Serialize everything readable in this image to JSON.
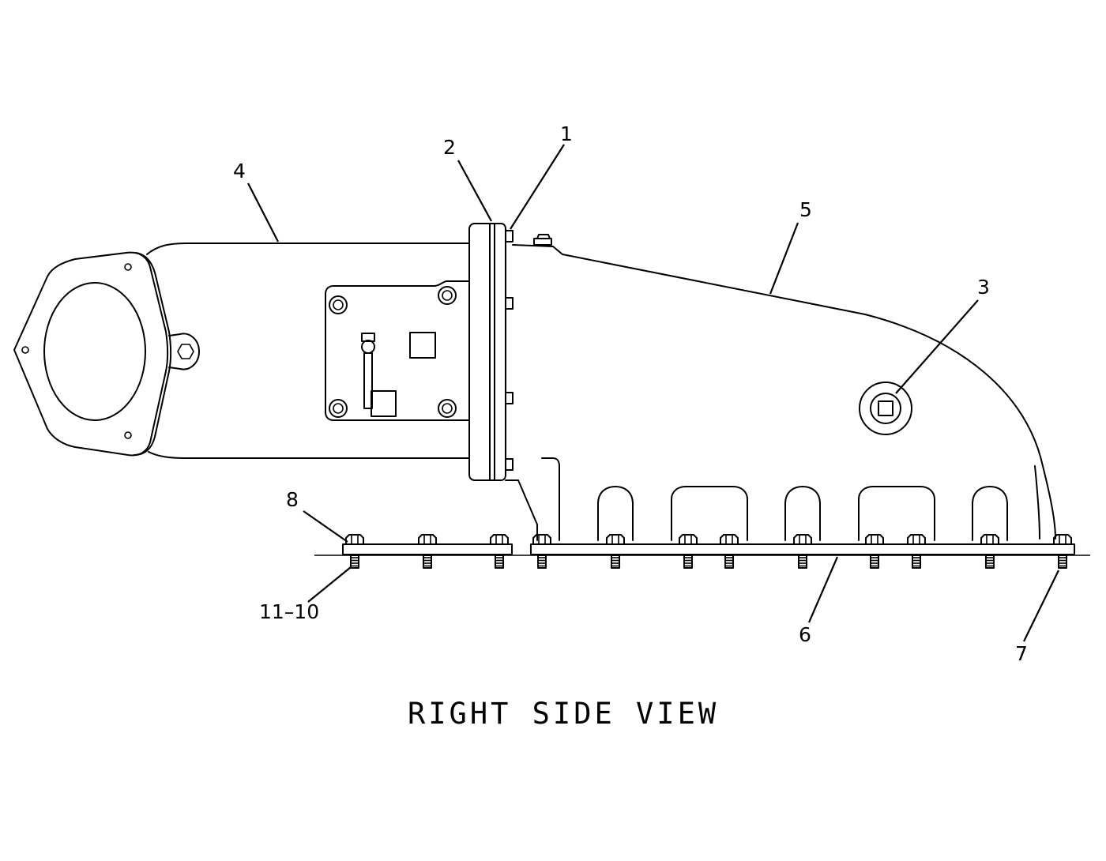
{
  "diagram": {
    "caption": "RIGHT SIDE VIEW",
    "callouts": [
      "1",
      "2",
      "3",
      "4",
      "5",
      "6",
      "7",
      "8",
      "11–10"
    ]
  }
}
